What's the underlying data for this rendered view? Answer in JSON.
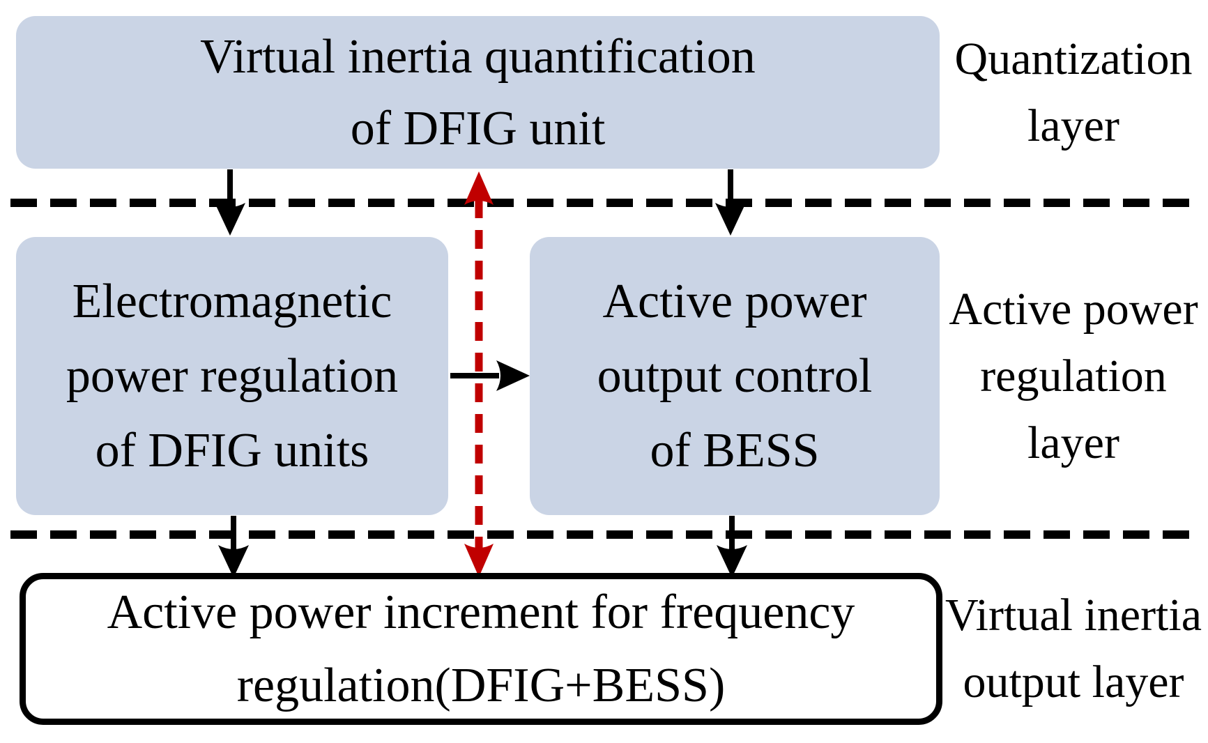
{
  "figure": {
    "boxes": {
      "quantification": {
        "lines": [
          "Virtual inertia quantification",
          "of DFIG unit"
        ]
      },
      "dfig_regulation": {
        "lines": [
          "Electromagnetic",
          "power regulation",
          "of DFIG units"
        ]
      },
      "bess_control": {
        "lines": [
          "Active power",
          "output control",
          "of BESS"
        ]
      },
      "increment_output": {
        "lines": [
          "Active power increment for frequency",
          "regulation(DFIG+BESS)"
        ]
      }
    },
    "layer_labels": {
      "quantization": {
        "lines": [
          "Quantization",
          "layer"
        ]
      },
      "regulation": {
        "lines": [
          "Active power",
          "regulation",
          "layer"
        ]
      },
      "output": {
        "lines": [
          "Virtual inertia",
          "output layer"
        ]
      }
    },
    "colors": {
      "box_fill": "#CAD4E5",
      "accent_red": "#C00000",
      "line_black": "#000000",
      "background": "#FFFFFF",
      "text": "#000000"
    }
  }
}
